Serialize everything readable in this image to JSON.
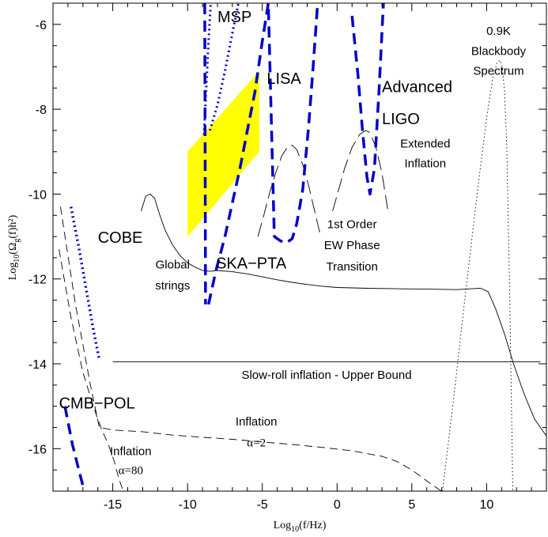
{
  "chart_data": {
    "type": "line",
    "xlabel": "Log10(f/Hz)",
    "ylabel": "Log10(Ωg(f)h²)",
    "xlim": [
      -19,
      14
    ],
    "ylim": [
      -17,
      -5.5
    ],
    "x_ticks": [
      -15,
      -10,
      -5,
      0,
      5,
      10
    ],
    "y_ticks": [
      -6,
      -8,
      -10,
      -12,
      -14,
      -16
    ],
    "series": [
      {
        "name": "Global strings",
        "style": "solid",
        "color": "#000000",
        "width": 0.9,
        "x": [
          -13.1,
          -12.8,
          -12.5,
          -12.2,
          -11.9,
          -11.5,
          -11.0,
          -10.5,
          -10.0,
          -9.5,
          -9.0,
          -8.5,
          -8.0,
          -7.0,
          -6.0,
          -5.0,
          -4.0,
          -3.0,
          -2.0,
          -1.0,
          0.0,
          2.0,
          4.0,
          6.0,
          8.0,
          9.0,
          9.6,
          10.1,
          10.6,
          11.2,
          11.8,
          12.5,
          13.2,
          14.0
        ],
        "y": [
          -10.4,
          -10.05,
          -10.0,
          -10.1,
          -10.45,
          -10.85,
          -11.2,
          -11.45,
          -11.62,
          -11.72,
          -11.8,
          -11.82,
          -11.8,
          -11.83,
          -11.88,
          -11.95,
          -12.02,
          -12.08,
          -12.13,
          -12.17,
          -12.2,
          -12.22,
          -12.23,
          -12.24,
          -12.25,
          -12.23,
          -12.22,
          -12.3,
          -12.7,
          -13.3,
          -14.0,
          -14.7,
          -15.3,
          -15.7
        ]
      },
      {
        "name": "Slow-roll inflation - Upper Bound",
        "style": "solid",
        "color": "#000000",
        "width": 0.9,
        "x": [
          -15,
          13.6
        ],
        "y": [
          -13.95,
          -13.95
        ]
      },
      {
        "name": "Inflation α=2",
        "style": "dashed",
        "color": "#000000",
        "width": 0.9,
        "x": [
          -18.5,
          -17.5,
          -16.5,
          -15.9,
          -15,
          -13,
          -11,
          -9,
          -7,
          -5,
          -3,
          -1,
          1,
          3,
          4,
          5,
          5.5,
          6.0,
          6.5,
          6.8,
          7.0
        ],
        "y": [
          -10.3,
          -12.6,
          -14.5,
          -15.5,
          -15.56,
          -15.6,
          -15.68,
          -15.73,
          -15.78,
          -15.84,
          -15.9,
          -15.97,
          -16.05,
          -16.18,
          -16.3,
          -16.5,
          -16.63,
          -16.76,
          -16.88,
          -16.96,
          -17.0
        ]
      },
      {
        "name": "Inflation α=80",
        "style": "dashed",
        "color": "#000000",
        "width": 0.9,
        "x": [
          -18.6,
          -17.8,
          -17.0,
          -16.3,
          -15.8,
          -15.3,
          -14.9,
          -14.6,
          -14.3
        ],
        "y": [
          -11.3,
          -12.9,
          -14.2,
          -15.0,
          -15.5,
          -15.9,
          -16.3,
          -16.7,
          -17.0
        ]
      },
      {
        "name": "1st Order EW Phase Transition",
        "style": "longdash",
        "color": "#000000",
        "width": 0.9,
        "x": [
          -5.3,
          -4.9,
          -4.5,
          -4.1,
          -3.7,
          -3.3,
          -3.0,
          -2.7,
          -2.3,
          -1.9,
          -1.5,
          -1.1
        ],
        "y": [
          -11.0,
          -10.5,
          -9.95,
          -9.5,
          -9.1,
          -8.88,
          -8.85,
          -8.95,
          -9.3,
          -9.8,
          -10.4,
          -11.0
        ]
      },
      {
        "name": "Extended Inflation",
        "style": "longdash",
        "color": "#000000",
        "width": 0.9,
        "x": [
          -0.3,
          0.1,
          0.5,
          1.0,
          1.5,
          1.9,
          2.2,
          2.6,
          3.0,
          3.4
        ],
        "y": [
          -10.4,
          -9.9,
          -9.4,
          -8.9,
          -8.6,
          -8.5,
          -8.55,
          -8.9,
          -9.5,
          -10.4
        ]
      },
      {
        "name": "0.9K Blackbody Spectrum",
        "style": "dotted",
        "color": "#000000",
        "width": 0.9,
        "x": [
          7.05,
          7.8,
          8.6,
          9.4,
          10.0,
          10.4,
          10.7,
          10.9,
          11.05,
          11.2,
          11.35,
          11.55,
          11.75
        ],
        "y": [
          -17.0,
          -14.8,
          -12.3,
          -9.9,
          -8.2,
          -7.3,
          -6.9,
          -6.85,
          -7.0,
          -7.6,
          -8.9,
          -12.5,
          -17.0
        ]
      },
      {
        "name": "LISA",
        "style": "dashed",
        "color": "#0000c8",
        "width": 3.5,
        "x": [
          -8.6,
          -8.1,
          -7.5,
          -7.0,
          -6.5,
          -6.0,
          -5.5,
          -5.0,
          -4.6,
          -4.2,
          -3.8,
          -3.4,
          -3.0,
          -2.7,
          -2.3,
          -1.9,
          -1.6,
          -1.3
        ],
        "y": [
          -12.6,
          -11.8,
          -11.0,
          -10.2,
          -9.4,
          -8.5,
          -7.6,
          -6.4,
          -5.5,
          -11.0,
          -11.1,
          -11.15,
          -11.05,
          -10.7,
          -9.9,
          -8.4,
          -7.0,
          -5.5
        ]
      },
      {
        "name": "Advanced LIGO",
        "style": "dashed",
        "color": "#0000c8",
        "width": 3.5,
        "x": [
          1.0,
          1.4,
          1.7,
          2.0,
          2.2,
          2.5,
          2.8,
          3.1
        ],
        "y": [
          -5.8,
          -7.2,
          -8.5,
          -9.6,
          -10.0,
          -9.4,
          -7.6,
          -5.5
        ]
      },
      {
        "name": "SKA-PTA",
        "style": "dashed",
        "color": "#0000c8",
        "width": 3.5,
        "x": [
          -8.85,
          -8.82,
          -8.8
        ],
        "y": [
          -5.5,
          -9.5,
          -12.6
        ]
      },
      {
        "name": "MSP",
        "style": "dotted",
        "color": "#0000c8",
        "width": 3.0,
        "x": [
          -8.9,
          -8.75,
          -8.6,
          -8.45
        ],
        "y": [
          -8.6,
          -7.5,
          -6.4,
          -5.5
        ]
      },
      {
        "name": "MSP-2",
        "style": "dotted",
        "color": "#0000c8",
        "width": 3.0,
        "x": [
          -8.5,
          -8.0,
          -7.5,
          -7.0,
          -6.6
        ],
        "y": [
          -8.5,
          -7.9,
          -7.1,
          -6.2,
          -5.5
        ]
      },
      {
        "name": "COBE",
        "style": "dotted",
        "color": "#0000c8",
        "width": 3.5,
        "x": [
          -17.8,
          -17.3,
          -16.8,
          -16.3,
          -15.9
        ],
        "y": [
          -10.3,
          -11.2,
          -12.2,
          -13.2,
          -13.9
        ]
      },
      {
        "name": "CMB-POL",
        "style": "dashed",
        "color": "#0000c8",
        "width": 3.5,
        "x": [
          -18.2,
          -17.7,
          -17.2,
          -16.9
        ],
        "y": [
          -15.0,
          -15.9,
          -16.6,
          -17.0
        ]
      }
    ],
    "region": {
      "name": "SKA-PTA region",
      "color": "#ffff00",
      "polygon": [
        [
          -10,
          -9.0
        ],
        [
          -5.2,
          -7.1
        ],
        [
          -5.2,
          -9.0
        ],
        [
          -10,
          -11.0
        ]
      ]
    },
    "annotations": [
      {
        "key": "msp",
        "text": "MSP",
        "x": -8.0,
        "y": -5.95,
        "cls": "ann-large"
      },
      {
        "key": "lisa",
        "text": "LISA",
        "x": -4.7,
        "y": -7.4,
        "cls": "ann-large"
      },
      {
        "key": "advanced",
        "text": "Advanced",
        "x": 3.0,
        "y": -7.6,
        "cls": "ann-large"
      },
      {
        "key": "ligo",
        "text": "LIGO",
        "x": 3.0,
        "y": -8.35,
        "cls": "ann-large"
      },
      {
        "key": "bb1",
        "text": "0.9K",
        "x": 10.8,
        "y": -6.25,
        "cls": "ann-small",
        "anchor": "middle"
      },
      {
        "key": "bb2",
        "text": "Blackbody",
        "x": 10.8,
        "y": -6.72,
        "cls": "ann-small",
        "anchor": "middle"
      },
      {
        "key": "bb3",
        "text": "Spectrum",
        "x": 10.8,
        "y": -7.19,
        "cls": "ann-small",
        "anchor": "middle"
      },
      {
        "key": "ext1",
        "text": "Extended",
        "x": 5.9,
        "y": -8.9,
        "cls": "ann-small",
        "anchor": "middle"
      },
      {
        "key": "ext2",
        "text": "Inflation",
        "x": 5.9,
        "y": -9.37,
        "cls": "ann-small",
        "anchor": "middle"
      },
      {
        "key": "ew1",
        "text": "1st Order",
        "x": 1.0,
        "y": -10.8,
        "cls": "ann-small",
        "anchor": "middle"
      },
      {
        "key": "ew2",
        "text": "EW Phase",
        "x": 1.0,
        "y": -11.3,
        "cls": "ann-small",
        "anchor": "middle"
      },
      {
        "key": "ew3",
        "text": "Transition",
        "x": 1.0,
        "y": -11.8,
        "cls": "ann-small",
        "anchor": "middle"
      },
      {
        "key": "cobe",
        "text": "COBE",
        "x": -16.0,
        "y": -11.15,
        "cls": "ann-large"
      },
      {
        "key": "ska",
        "text": "SKA−PTA",
        "x": -8.1,
        "y": -11.75,
        "cls": "ann-large"
      },
      {
        "key": "gs1",
        "text": "Global",
        "x": -11.0,
        "y": -11.75,
        "cls": "ann-small",
        "anchor": "middle"
      },
      {
        "key": "gs2",
        "text": "strings",
        "x": -11.0,
        "y": -12.25,
        "cls": "ann-small",
        "anchor": "middle"
      },
      {
        "key": "sr",
        "text": "Slow-roll inflation - Upper Bound",
        "x": -0.7,
        "y": -14.35,
        "cls": "ann-small",
        "anchor": "middle"
      },
      {
        "key": "cmbpol",
        "text": "CMB−POL",
        "x": -18.6,
        "y": -15.05,
        "cls": "ann-large"
      },
      {
        "key": "inf2a",
        "text": "Inflation",
        "x": -5.4,
        "y": -15.45,
        "cls": "ann-small",
        "anchor": "middle"
      },
      {
        "key": "inf2b",
        "text": "α=2",
        "x": -5.4,
        "y": -15.95,
        "cls": "ann-alpha",
        "anchor": "middle"
      },
      {
        "key": "inf80a",
        "text": "Inflation",
        "x": -13.8,
        "y": -16.15,
        "cls": "ann-small",
        "anchor": "middle"
      },
      {
        "key": "inf80b",
        "text": "α=80",
        "x": -13.8,
        "y": -16.6,
        "cls": "ann-alpha",
        "anchor": "middle"
      }
    ],
    "grid": false
  }
}
